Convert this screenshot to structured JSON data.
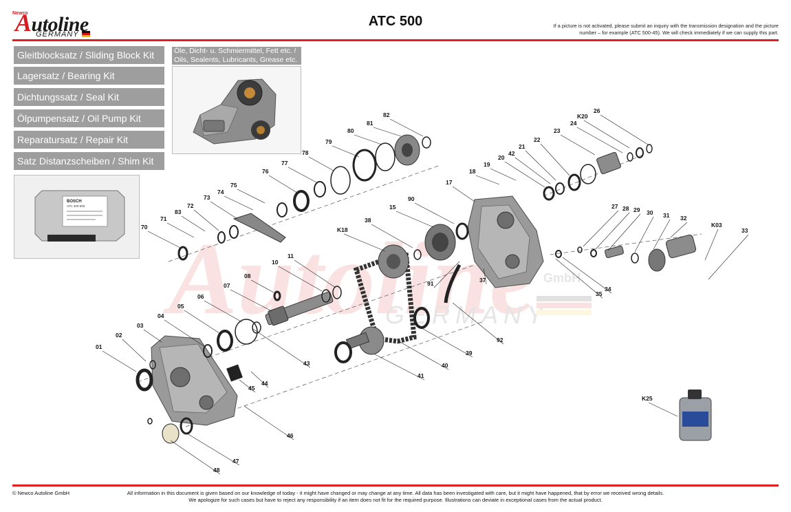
{
  "header": {
    "logo": {
      "newco": "Newco",
      "brand_a": "A",
      "brand_rest": "utoline",
      "germany": "GERMANY"
    },
    "title": "ATC 500",
    "note": "If a picture is not activated, please submit an inquiry with the transmission designation and the picture number – for example (ATC 500-45). We will check immediately if we can supply this part."
  },
  "kits": [
    "Gleitblocksatz / Sliding Block Kit",
    "Lagersatz / Bearing Kit",
    "Dichtungssatz / Seal Kit",
    "Ölpumpensatz / Oil Pump Kit",
    "Reparatursatz / Repair Kit",
    "Satz Distanzscheiben / Shim Kit"
  ],
  "oils_label": "Öle, Dicht- u. Schmiermittel, Fett etc. / Oils, Sealents, Lubricants, Grease etc.",
  "ecu_label": {
    "brand": "BOSCH",
    "model": "ATC 400-500"
  },
  "watermark": {
    "brand": "Autoline",
    "suffix": "GmbH",
    "country": "GERMANY"
  },
  "flag_colors": [
    "#111111",
    "#dd1111",
    "#f2c200"
  ],
  "accent_color": "#e02020",
  "callouts": [
    "01",
    "02",
    "03",
    "04",
    "05",
    "06",
    "07",
    "08",
    "10",
    "11",
    "15",
    "17",
    "18",
    "19",
    "20",
    "21",
    "22",
    "23",
    "24",
    "K20",
    "26",
    "27",
    "28",
    "29",
    "30",
    "31",
    "32",
    "K03",
    "33",
    "34",
    "35",
    "37",
    "38",
    "K18",
    "39",
    "40",
    "41",
    "42",
    "43",
    "44",
    "45",
    "46",
    "47",
    "48",
    "70",
    "71",
    "72",
    "73",
    "74",
    "75",
    "76",
    "77",
    "78",
    "79",
    "80",
    "81",
    "82",
    "83",
    "90",
    "91",
    "92",
    "K25"
  ],
  "footer": {
    "copyright": "© Newco Autoline GmbH",
    "line1": "All information in this document is given based on our knowledge of today - it might have changed or may change at any time. All data has been investigated with care, but it might have happened, that by error we received wrong details.",
    "line2": "We apologize for such cases but have to reject any responsibility if an item does not fit for the required purpose. Illustrations can deviate in exceptional cases from the actual product."
  }
}
